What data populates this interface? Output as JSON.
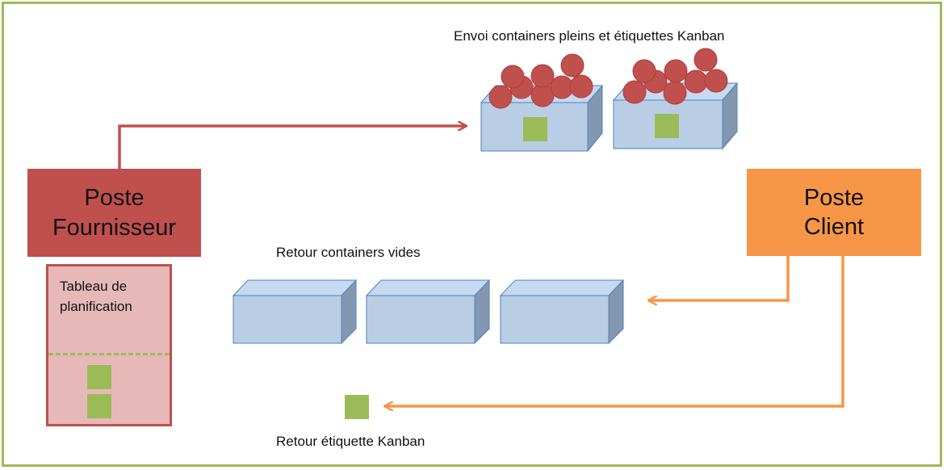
{
  "supplier_station": {
    "line1": "Poste",
    "line2": "Fournisseur"
  },
  "client_station": {
    "line1": "Poste",
    "line2": "Client"
  },
  "planning_board": {
    "line1": "Tableau de",
    "line2": "planification"
  },
  "captions": {
    "full_containers": "Envoi containers pleins et étiquettes Kanban",
    "empty_containers": "Retour containers vides",
    "kanban_return": "Retour étiquette Kanban"
  },
  "colors": {
    "supplier": "#c0504d",
    "client": "#f79646",
    "kanban_card": "#9bbb59",
    "container": "#b9cde5",
    "part": "#c0504d",
    "frame": "#9bbb59"
  }
}
